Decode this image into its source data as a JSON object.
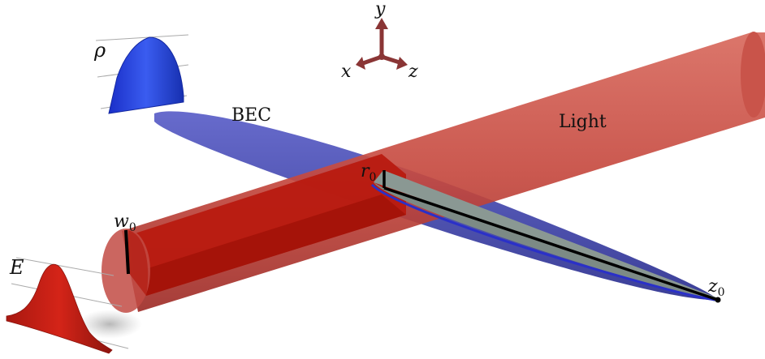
{
  "labels": {
    "rho": "ρ",
    "bec": "BEC",
    "light": "Light",
    "r0_main": "r",
    "r0_sub": "0",
    "w0_main": "w",
    "w0_sub": "0",
    "z0_main": "z",
    "z0_sub": "0",
    "E": "E"
  },
  "axes": {
    "x": "x",
    "y": "y",
    "z": "z"
  },
  "colors": {
    "light_beam": "#c8453f",
    "light_beam_dark": "#a8322e",
    "light_cut": "#b81a10",
    "bec": "#3b3fb0",
    "bec_cut": "#7e8c88",
    "rho_profile": "#1f3de0",
    "E_profile": "#c41a12",
    "axes_arrows": "#8a3535"
  }
}
